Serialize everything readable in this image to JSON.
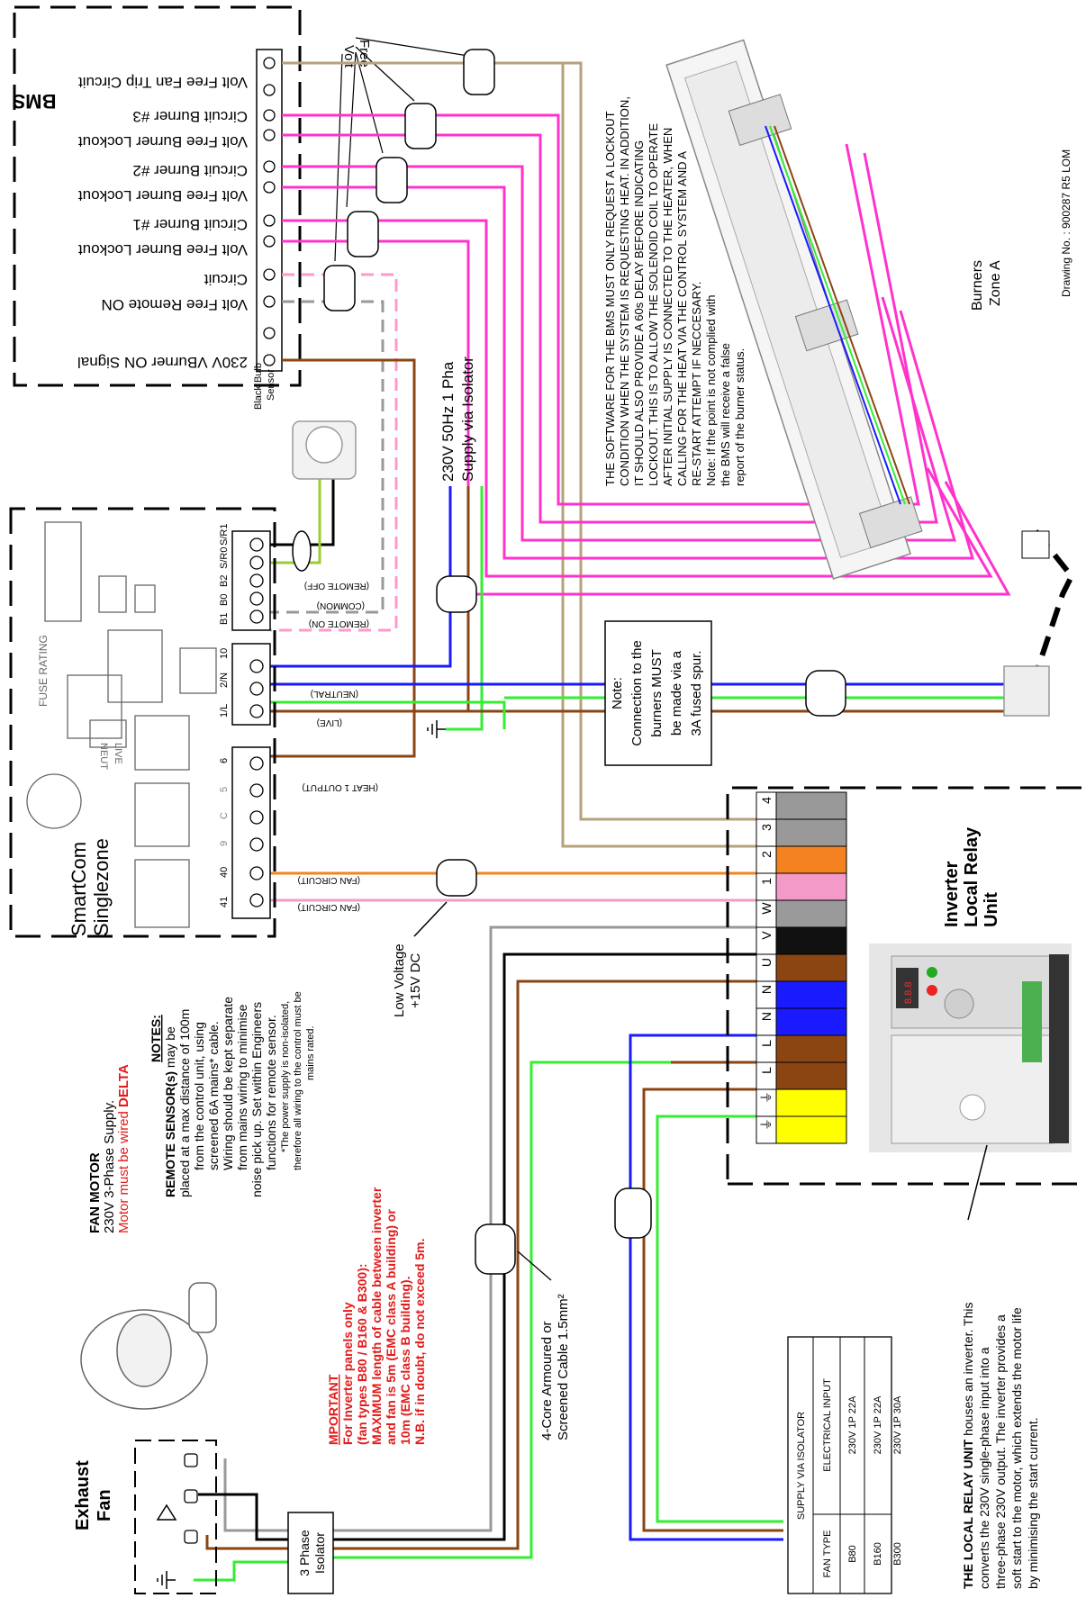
{
  "drawing_no": "Drawing No. : 900287 R5 LOM",
  "bms": {
    "title": "BMS",
    "volt_free_label": [
      "Volt",
      "Free"
    ],
    "rows": [
      [
        "Volt Free Fan Trip Circuit"
      ],
      [
        "Volt Free Burner Lockout",
        "Circuit Burner #3"
      ],
      [
        "Volt Free Burner Lockout",
        "Circuit Burner #2"
      ],
      [
        "Volt Free Burner Lockout",
        "Circuit Burner #1"
      ],
      [
        "Volt Free Remote ON",
        "Circuit"
      ],
      [
        "230V VBurner ON Signal"
      ]
    ]
  },
  "smartcom": {
    "title": [
      "SmartCom",
      "Singlezone"
    ],
    "fuse_rating": "FUSE RATING",
    "neut": "NEUT",
    "live": "LIVE",
    "terminal_top": [
      "B1",
      "B0",
      "B2",
      "S/R0",
      "S/R1"
    ],
    "terminal_mid": [
      "1/L",
      "2/N",
      "10"
    ],
    "terminal_low": [
      "41",
      "40",
      "9",
      "C",
      "5",
      "6"
    ],
    "wire_labels": [
      "(REMOTE ON)",
      "(COMMON)",
      "(REMOTE OFF)",
      "(NEUTRAL)",
      "(LIVE)",
      "(HEAT 1 OUTPUT)",
      "(FAN CIRCUIT)",
      "(FAN CIRCUIT)"
    ]
  },
  "black_bulb": [
    "Black Bulb",
    "Sensor"
  ],
  "supply": [
    "230V 50Hz 1 Pha",
    "Supply via Isolator"
  ],
  "low_voltage": [
    "Low Voltage",
    "+15V DC"
  ],
  "note_box": [
    "Note:",
    "Connection to the",
    "burners MUST",
    "be made via a",
    "3A fused spur."
  ],
  "software_note": [
    "THE SOFTWARE FOR THE BMS MUST ONLY REQUEST A LOCKOUT",
    "CONDITION WHEN THE SYSTEM IS REQUESTING HEAT. IN ADDITION,",
    "IT SHOULD ALSO PROVIDE A 60s DELAY BEFORE INDICATING",
    "LOCKOUT. THIS IS TO ALLOW THE SOLENOID COIL TO OPERATE",
    "AFTER INITIAL SUPPLY IS CONNECTED TO THE HEATER, WHEN",
    "CALLING FOR THE HEAT VIA THE CONTROL SYSTEM AND A",
    "RE-START ATTEMPT IF NECCESARY.",
    "Note: If the point is not complied with",
    "the BMS will receive a false",
    "report of the burner status."
  ],
  "burners": [
    "Burners",
    "Zone A"
  ],
  "inverter": {
    "title": [
      "Inverter",
      "Local Relay",
      "Unit"
    ],
    "terminals": [
      "4",
      "3",
      "2",
      "1",
      "W",
      "V",
      "U",
      "N",
      "N",
      "L",
      "L",
      "⏚",
      "⏚"
    ],
    "terminal_colors": [
      "#999999",
      "#999999",
      "#f58220",
      "#f49ac8",
      "#9a9a9a",
      "#111111",
      "#8b4513",
      "#1a1aff",
      "#1a1aff",
      "#8b4513",
      "#8b4513",
      "#ffff00",
      "#ffff00"
    ],
    "display": "8.8.8"
  },
  "fan_motor": {
    "title": "FAN MOTOR",
    "supply": "230V 3-Phase Supply.",
    "warn_prefix": "Motor must be wired ",
    "warn_bold": "DELTA"
  },
  "notes": {
    "title": "NOTES:",
    "lines": [
      [
        "REMOTE SENSOR(s)",
        " may be"
      ],
      [
        "",
        "placed at a max distance of 100m"
      ],
      [
        "",
        "from the control unit, using"
      ],
      [
        "",
        "screened 6A mains* cable."
      ],
      [
        "",
        "Wiring should be kept separate"
      ],
      [
        "",
        "from mains wiring to minimise"
      ],
      [
        "",
        "noise pick up. Set within Engineers"
      ],
      [
        "",
        "functions for remote sensor."
      ]
    ],
    "small": [
      "*The power supply is non-isolated,",
      "therefore all wiring to the control must be",
      "mains rated."
    ]
  },
  "important": [
    "MPORTANT",
    "For Inverter panels only",
    "(fan types B80 / B160 & B300):",
    "MAXIMUM length of cable between inverter",
    "and fan is 5m (EMC class A building) or",
    "10m (EMC class B building).",
    "N.B. if in doubt, do not exceed 5m."
  ],
  "exhaust_fan": [
    "Exhaust",
    "Fan"
  ],
  "isolator_3ph": [
    "3 Phase",
    "Isolator"
  ],
  "cable": [
    "4-Core Armoured or",
    "Screened Cable 1.5mm²"
  ],
  "supply_table": {
    "title": "SUPPLY VIA ISOLATOR",
    "headers": [
      "FAN TYPE",
      "ELECTRICAL INPUT"
    ],
    "rows": [
      [
        "B80",
        "230V 1P 22A"
      ],
      [
        "B160",
        "230V 1P 22A"
      ],
      [
        "B300",
        "230V 1P 30A"
      ]
    ]
  },
  "local_relay_text": {
    "bold": "THE LOCAL RELAY UNIT",
    "first": " houses an inverter. This",
    "lines": [
      "converts the 230V single-phase input into a",
      "three-phase 230V output. The inverter provides a",
      "soft start to the motor, which extends the motor life",
      "by minimising the start current."
    ]
  }
}
